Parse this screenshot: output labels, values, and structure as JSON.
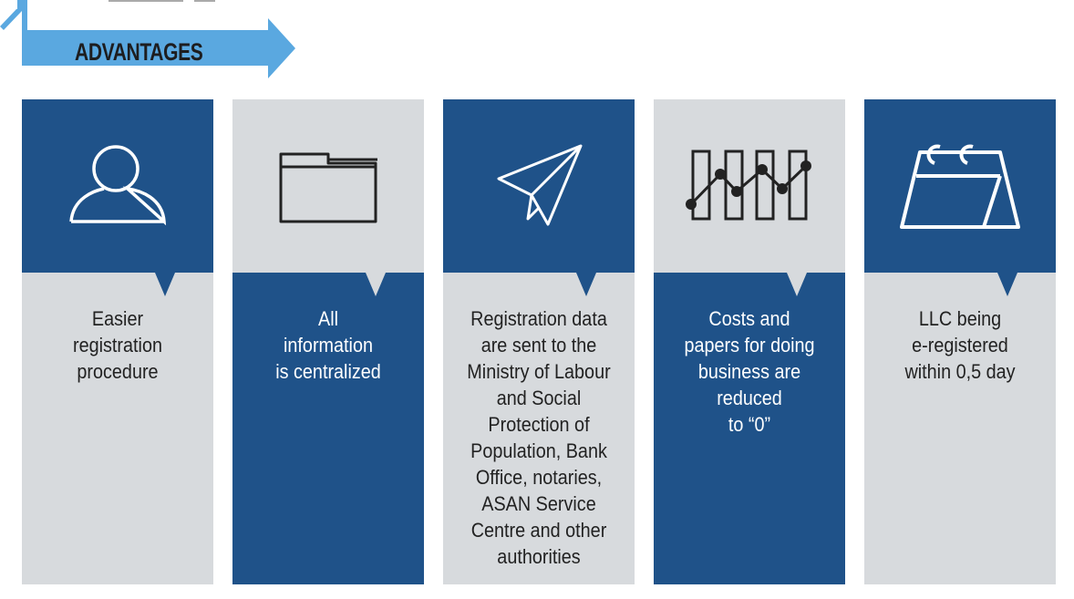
{
  "header": {
    "title": "ADVANTAGES"
  },
  "colors": {
    "dark_blue": "#1f5289",
    "light_gray": "#d7dadd",
    "arrow_blue": "#5aa8e0"
  },
  "items": [
    {
      "icon": "user-icon",
      "text": "Easier\nregistration\nprocedure"
    },
    {
      "icon": "folder-icon",
      "text": "All\ninformation\nis centralized"
    },
    {
      "icon": "paper-plane-icon",
      "text": "Registration data\nare sent to the\nMinistry of Labour\nand Social\nProtection of\nPopulation, Bank\nOffice, notaries,\nASAN Service\nCentre and other\nauthorities"
    },
    {
      "icon": "chart-icon",
      "text": "Costs and\npapers for doing\nbusiness are\nreduced\nto “0”"
    },
    {
      "icon": "calendar-icon",
      "text": "LLC being\ne-registered\nwithin 0,5 day"
    }
  ]
}
